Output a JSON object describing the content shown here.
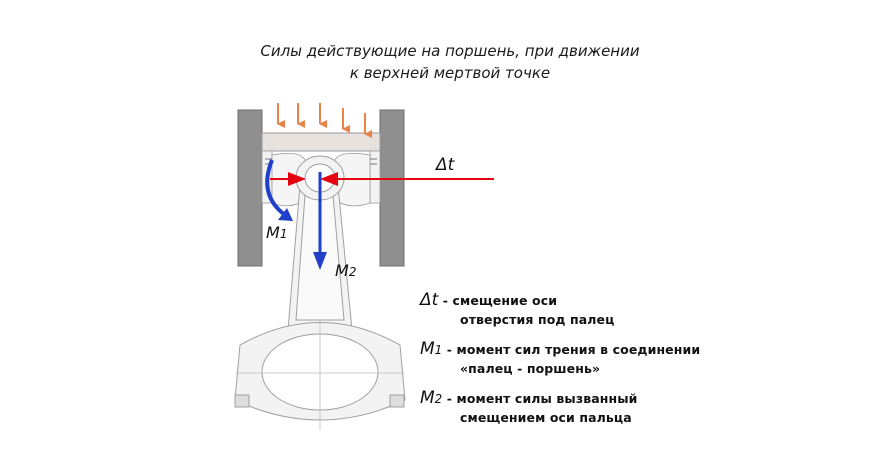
{
  "title": {
    "line1": "Силы действующие на поршень, при движении",
    "line2": "к верхней мертвой точке"
  },
  "labels": {
    "dt": "Δt",
    "m1_main": "M",
    "m1_sub": "1",
    "m2_main": "M",
    "m2_sub": "2"
  },
  "legend": [
    {
      "sym_main": "Δt",
      "sym_sub": "",
      "line1": " - смещение оси",
      "line2": "отверстия под палец"
    },
    {
      "sym_main": "M",
      "sym_sub": "1",
      "line1": " - момент сил трения в соединении",
      "line2": "«палец - поршень»"
    },
    {
      "sym_main": "M",
      "sym_sub": "2",
      "line1": " - момент силы вызванный",
      "line2": "смещением оси пальца"
    }
  ],
  "colors": {
    "force_arrow": "#e8834a",
    "red_arrow": "#e3000f",
    "blue_arrow": "#1f3fc8",
    "cylinder_wall": "#8a8a8a",
    "part_outline": "#9a9a9a",
    "part_fill": "#f4f4f4"
  }
}
